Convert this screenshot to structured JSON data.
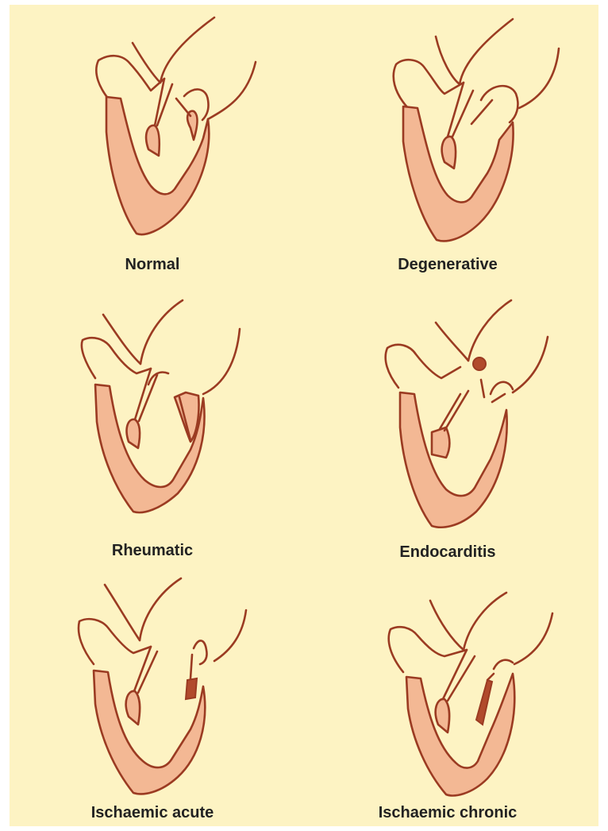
{
  "figure": {
    "background": "#fdf3c3",
    "tissue_color": "#f3b894",
    "outline_color": "#9b3b22",
    "panels": [
      {
        "label": "Normal"
      },
      {
        "label": "Degenerative"
      },
      {
        "label": "Rheumatic"
      },
      {
        "label": "Endocarditis"
      },
      {
        "label": "Ischaemic acute"
      },
      {
        "label": "Ischaemic chronic"
      }
    ]
  }
}
